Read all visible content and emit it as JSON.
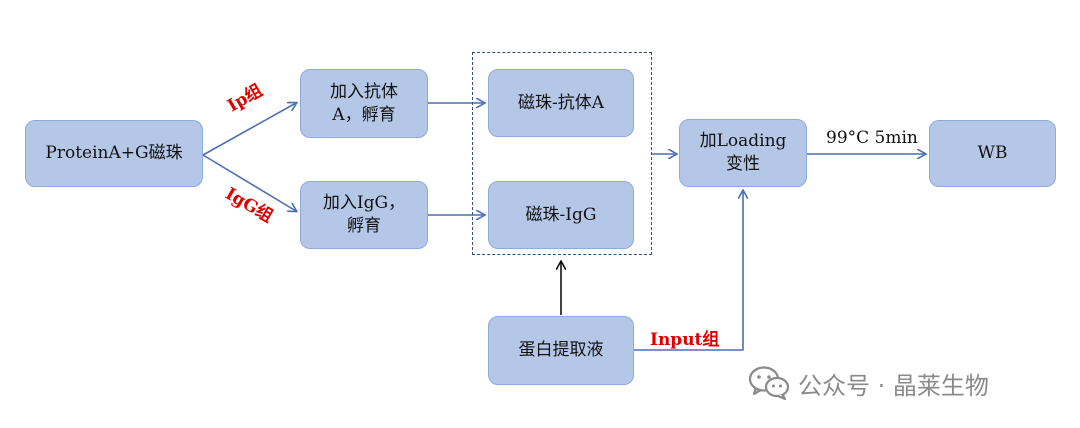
{
  "nodes": {
    "beads": "ProteinA+G磁珠",
    "add_antibody": "加入抗体\nA，孵育",
    "add_igg": "加入IgG，\n孵育",
    "beads_antibody": "磁珠-抗体A",
    "beads_igg": "磁珠-IgG",
    "protein_extract": "蛋白提取液",
    "loading": "加Loading\n变性",
    "wb": "WB"
  },
  "edge_labels": {
    "ip_group": "Ip组",
    "igg_group": "IgG组",
    "input_group": "Input组",
    "denature": "99°C 5min"
  },
  "colors": {
    "node_fill": "#b4c7e7",
    "node_border": "#8faadc",
    "arrow": "#4a6fb5",
    "dashed_box": "#2f4f7f",
    "label_red": "#e00000"
  },
  "watermark": {
    "icon": "wechat-icon",
    "text": "公众号 · 晶莱生物"
  }
}
